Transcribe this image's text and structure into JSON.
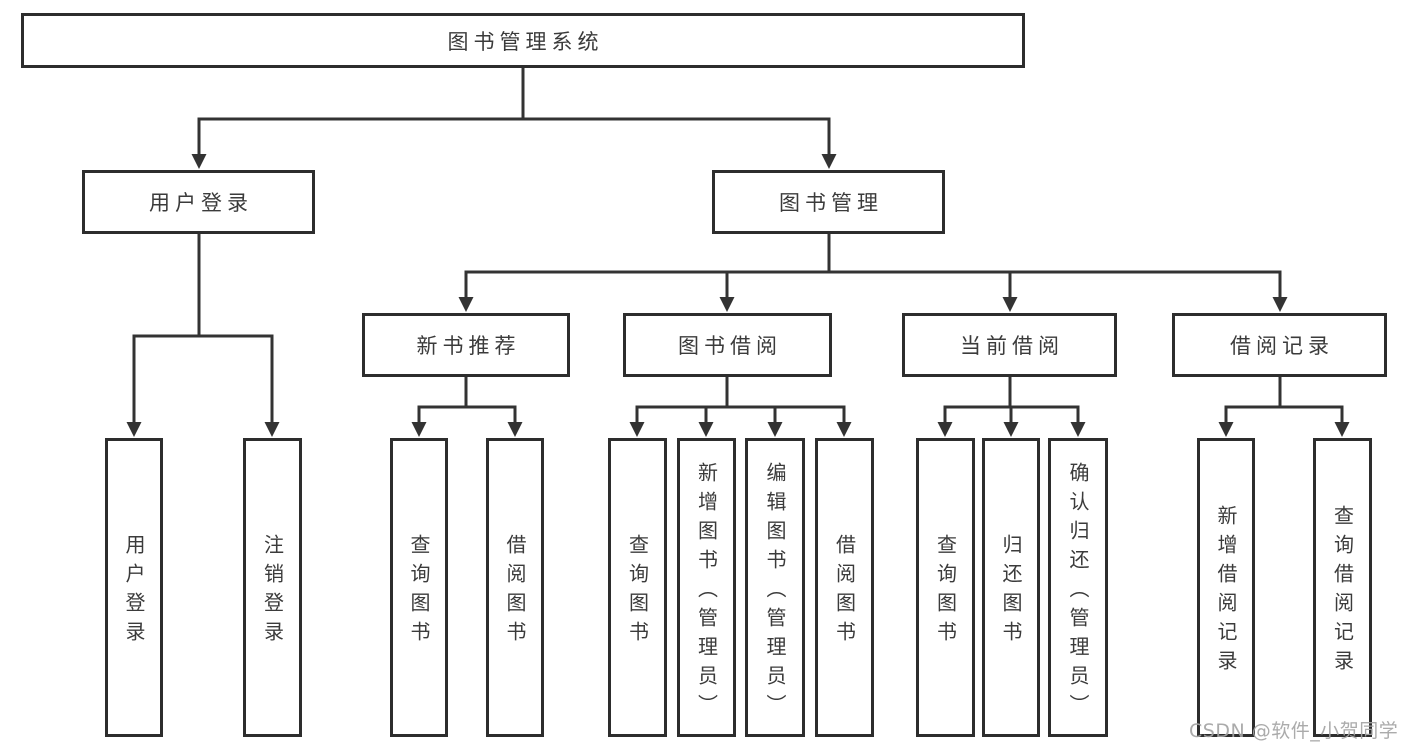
{
  "diagram": {
    "root": {
      "label": "图书管理系统"
    },
    "branches": [
      {
        "label": "用户登录",
        "children": [
          {
            "label": "用户登录"
          },
          {
            "label": "注销登录"
          }
        ]
      },
      {
        "label": "图书管理",
        "children": [
          {
            "label": "新书推荐",
            "children": [
              {
                "label": "查询图书"
              },
              {
                "label": "借阅图书"
              }
            ]
          },
          {
            "label": "图书借阅",
            "children": [
              {
                "label": "查询图书"
              },
              {
                "label": "新增图书（管理员）"
              },
              {
                "label": "编辑图书（管理员）"
              },
              {
                "label": "借阅图书"
              }
            ]
          },
          {
            "label": "当前借阅",
            "children": [
              {
                "label": "查询图书"
              },
              {
                "label": "归还图书"
              },
              {
                "label": "确认归还（管理员）"
              }
            ]
          },
          {
            "label": "借阅记录",
            "children": [
              {
                "label": "新增借阅记录"
              },
              {
                "label": "查询借阅记录"
              }
            ]
          }
        ]
      }
    ]
  },
  "watermark": {
    "text": "CSDN @软件_小贺同学"
  },
  "colors": {
    "line": "#333333",
    "box_border": "#2d2d2d",
    "text": "#3b3b3b",
    "watermark": "#a4a4a4",
    "background": "#ffffff"
  }
}
